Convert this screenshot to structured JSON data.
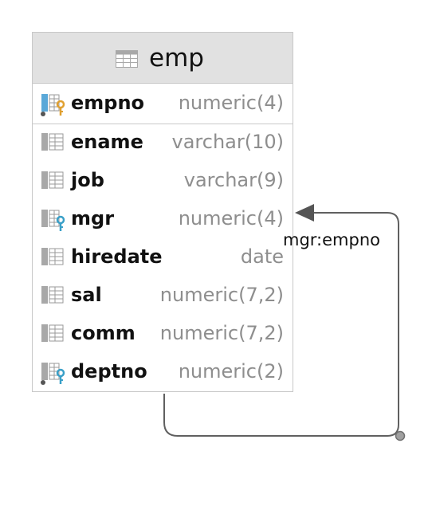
{
  "table": {
    "name": "emp",
    "icon": "table-icon",
    "primary_key": [
      {
        "name": "empno",
        "type": "numeric(4)",
        "icon": "primary-key-column-icon"
      }
    ],
    "columns": [
      {
        "name": "ename",
        "type": "varchar(10)",
        "icon": "column-icon"
      },
      {
        "name": "job",
        "type": "varchar(9)",
        "icon": "column-icon"
      },
      {
        "name": "mgr",
        "type": "numeric(4)",
        "icon": "foreign-key-column-icon"
      },
      {
        "name": "hiredate",
        "type": "date",
        "icon": "column-icon"
      },
      {
        "name": "sal",
        "type": "numeric(7,2)",
        "icon": "column-icon"
      },
      {
        "name": "comm",
        "type": "numeric(7,2)",
        "icon": "column-icon"
      },
      {
        "name": "deptno",
        "type": "numeric(2)",
        "icon": "not-null-foreign-key-column-icon"
      }
    ]
  },
  "relationship": {
    "label": "mgr:empno"
  },
  "colors": {
    "header_bg": "#e1e1e1",
    "border": "#c8c8c8",
    "type_text": "#8e8e8e",
    "pk_key": "#e0a030",
    "fk_key": "#3aa0c8",
    "connector": "#606060"
  }
}
